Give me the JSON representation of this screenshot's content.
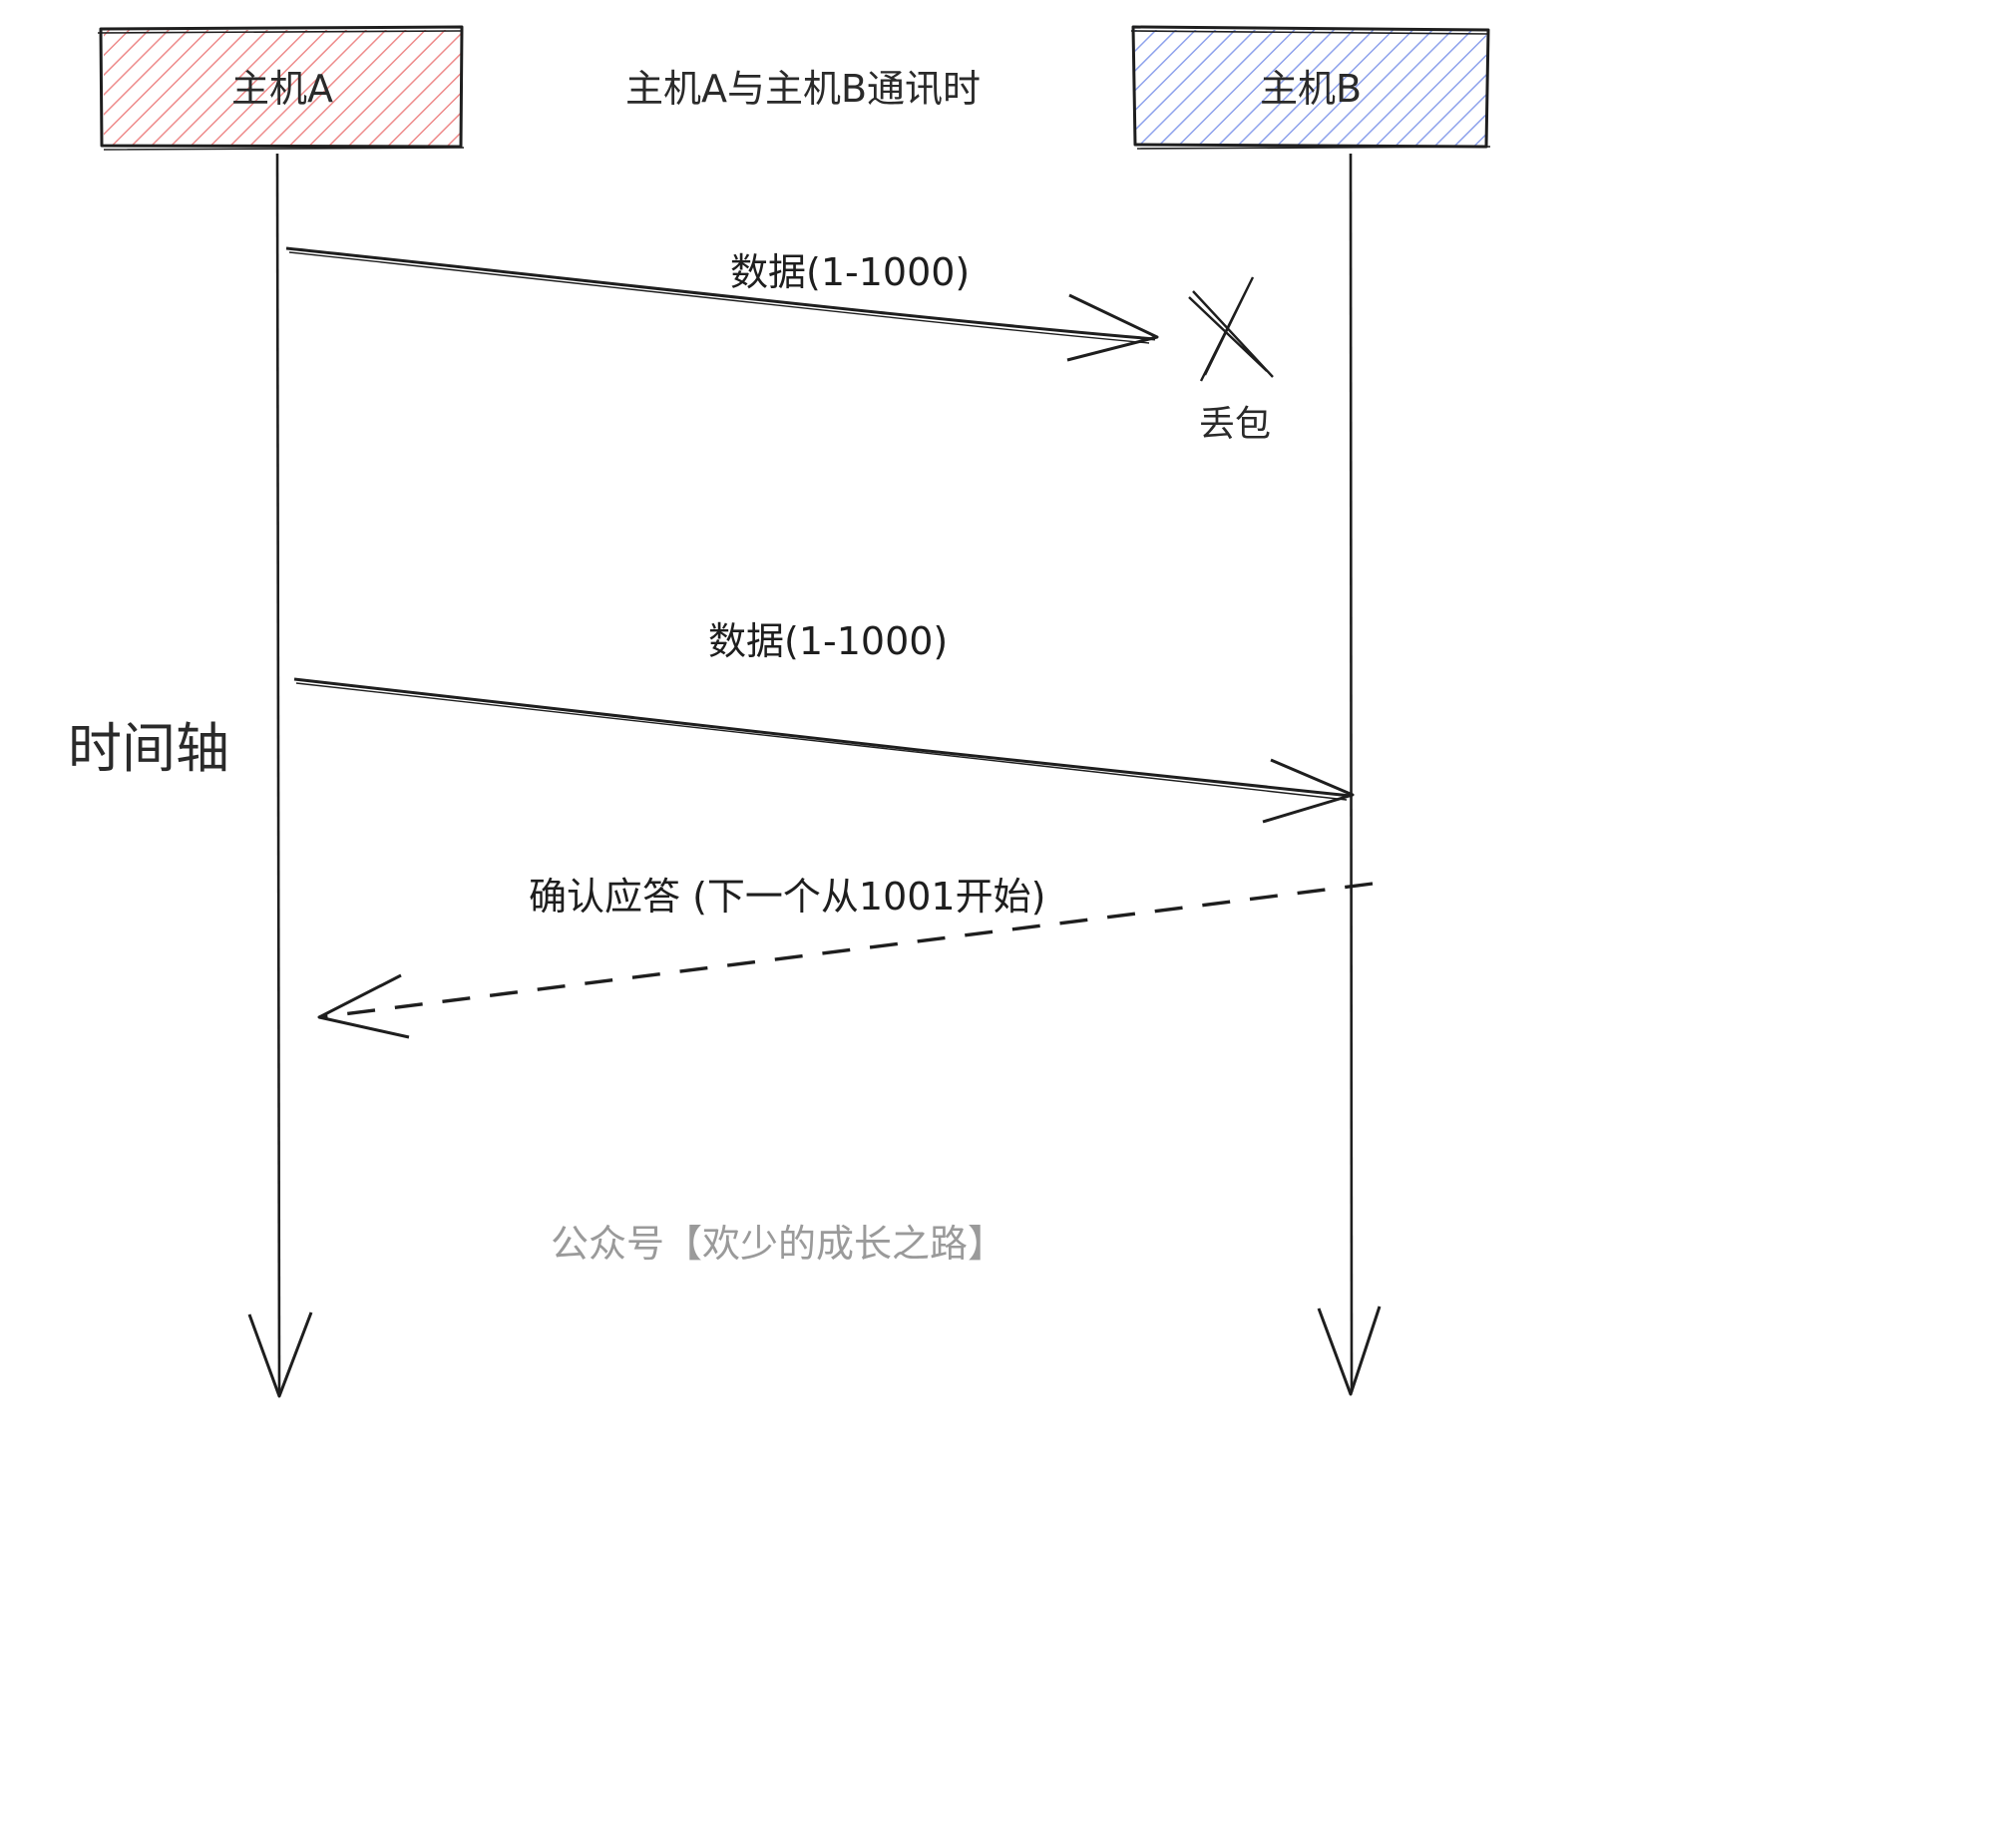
{
  "title": "主机A与主机B通讯时",
  "hosts": {
    "a": {
      "label": "主机A",
      "fill": "#f4a5a5",
      "stroke": "#1e1e1e"
    },
    "b": {
      "label": "主机B",
      "fill": "#a9b8f0",
      "stroke": "#1e1e1e"
    }
  },
  "messages": {
    "first": {
      "label": "数据(1-1000)",
      "result": "丢包"
    },
    "second": {
      "label": "数据(1-1000)"
    },
    "ack": {
      "label": "确认应答 (下一个从1001开始)"
    }
  },
  "time_axis_label": "时间轴",
  "watermark": {
    "text": "公众号【欢少的成长之路】",
    "color": "#9a9a9a"
  },
  "colors": {
    "line": "#1e1e1e"
  }
}
